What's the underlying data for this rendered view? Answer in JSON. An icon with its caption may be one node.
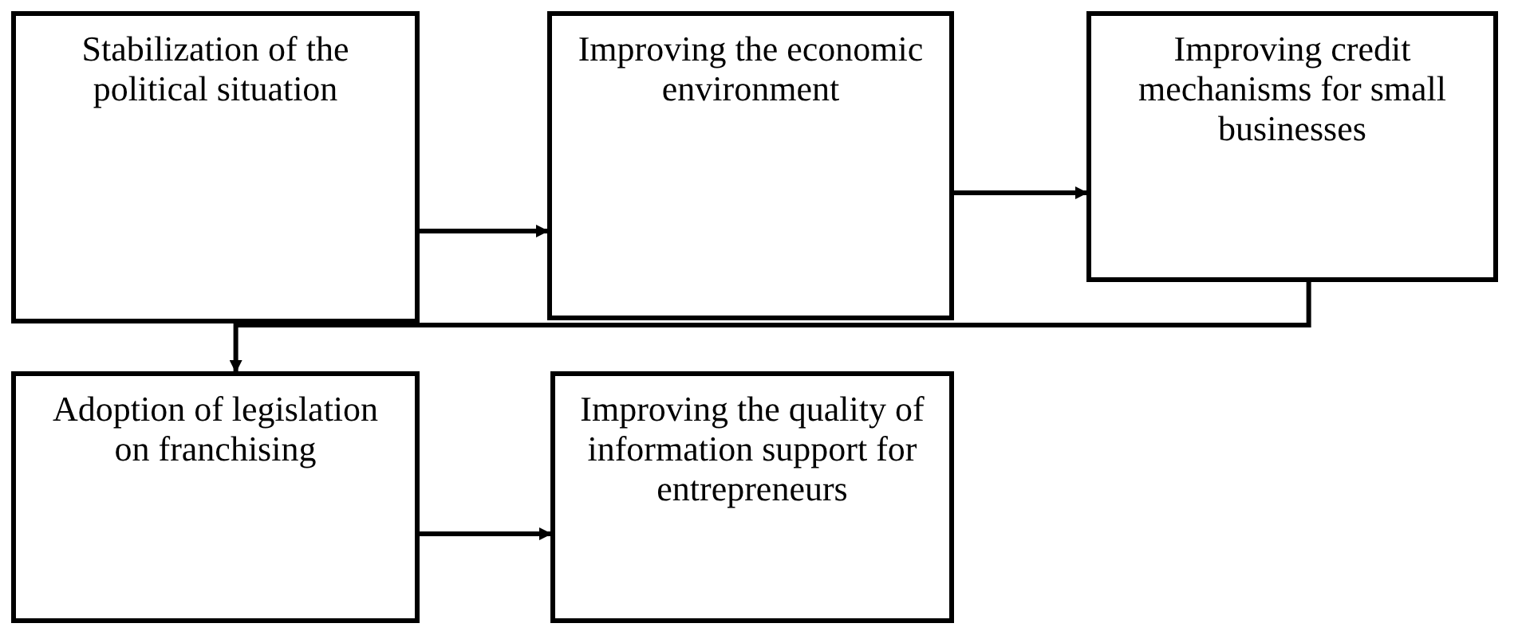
{
  "diagram": {
    "nodes": [
      {
        "text": [
          "Stabilization of the political situation"
        ]
      },
      {
        "text": [
          "Improving the economic environment"
        ]
      },
      {
        "text": [
          "Improving credit mechanisms for small businesses"
        ]
      },
      {
        "text": [
          "Adoption of legislation on franchising"
        ]
      },
      {
        "text": [
          "Improving the quality of information support for entrepreneurs"
        ]
      }
    ],
    "edges": [
      {
        "from": 0,
        "to": 1,
        "arrow": "to"
      },
      {
        "from": 1,
        "to": 2,
        "arrow": "to"
      },
      {
        "from": 2,
        "to": 3,
        "arrow": "to"
      },
      {
        "from": 3,
        "to": 4,
        "arrow": "to"
      }
    ]
  }
}
